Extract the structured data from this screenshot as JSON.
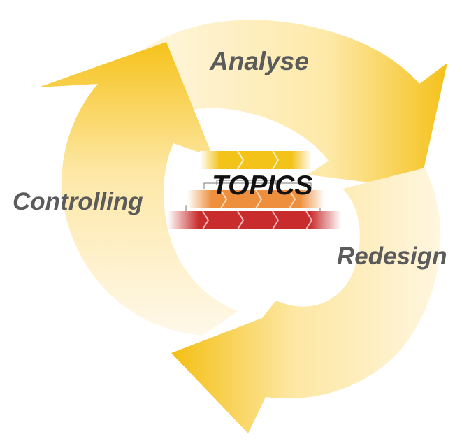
{
  "diagram": {
    "cycle_labels": {
      "analyse": "Analyse",
      "redesign": "Redesign",
      "controlling": "Controlling"
    },
    "center_title": "TOPICS"
  },
  "colors": {
    "arrow_gold": "#f6c21b",
    "arrow_light": "#fff6df",
    "label_gray": "#5b5b5b",
    "chevron_yellow": "#f3c319",
    "chevron_orange": "#ee8f3d",
    "chevron_red": "#c92c2c",
    "chevron_outline": "#777777"
  },
  "icons": {
    "cycle_arrows": "cycle-arrows-icon",
    "chevron_rows": "chevron-process-icon"
  }
}
